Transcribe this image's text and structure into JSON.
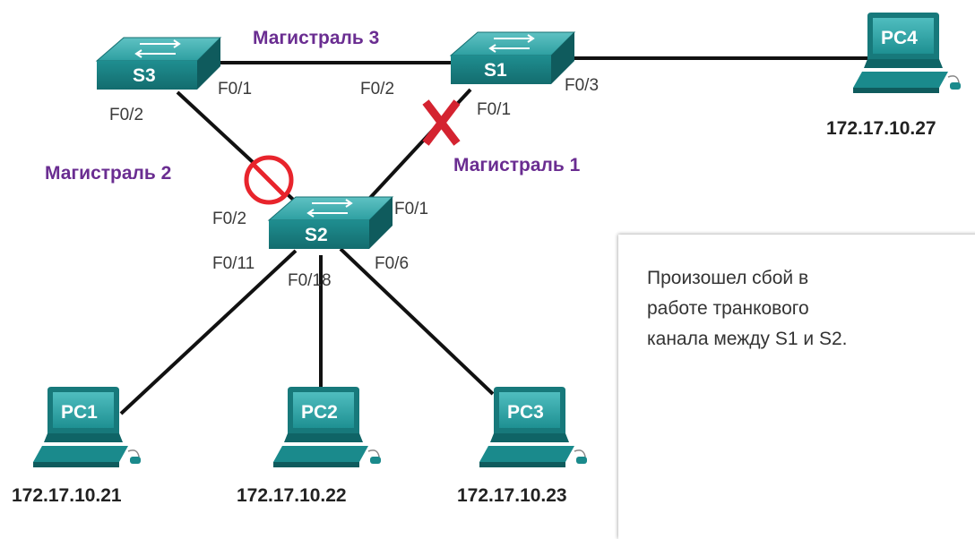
{
  "switches": [
    {
      "id": "s1",
      "label": "S1"
    },
    {
      "id": "s2",
      "label": "S2"
    },
    {
      "id": "s3",
      "label": "S3"
    }
  ],
  "pcs": [
    {
      "id": "pc1",
      "label": "PC1",
      "ip": "172.17.10.21"
    },
    {
      "id": "pc2",
      "label": "PC2",
      "ip": "172.17.10.22"
    },
    {
      "id": "pc3",
      "label": "PC3",
      "ip": "172.17.10.23"
    },
    {
      "id": "pc4",
      "label": "PC4",
      "ip": "172.17.10.27"
    }
  ],
  "trunks": {
    "t1": "Магистраль 1",
    "t2": "Магистраль 2",
    "t3": "Магистраль 3"
  },
  "ports": {
    "s3_f01": "F0/1",
    "s3_f02": "F0/2",
    "s1_f02": "F0/2",
    "s1_f01": "F0/1",
    "s1_f03": "F0/3",
    "s2_f02": "F0/2",
    "s2_f01": "F0/1",
    "s2_f011": "F0/11",
    "s2_f018": "F0/18",
    "s2_f06": "F0/6"
  },
  "note": {
    "lines": [
      "Произошел сбой в",
      "работе транкового",
      "канала между S1 и S2."
    ]
  },
  "colors": {
    "trunk_label": "#6a2d91",
    "failure_x": "#d42330",
    "blocked": "#e8242c",
    "device": "#1a8a8c"
  }
}
